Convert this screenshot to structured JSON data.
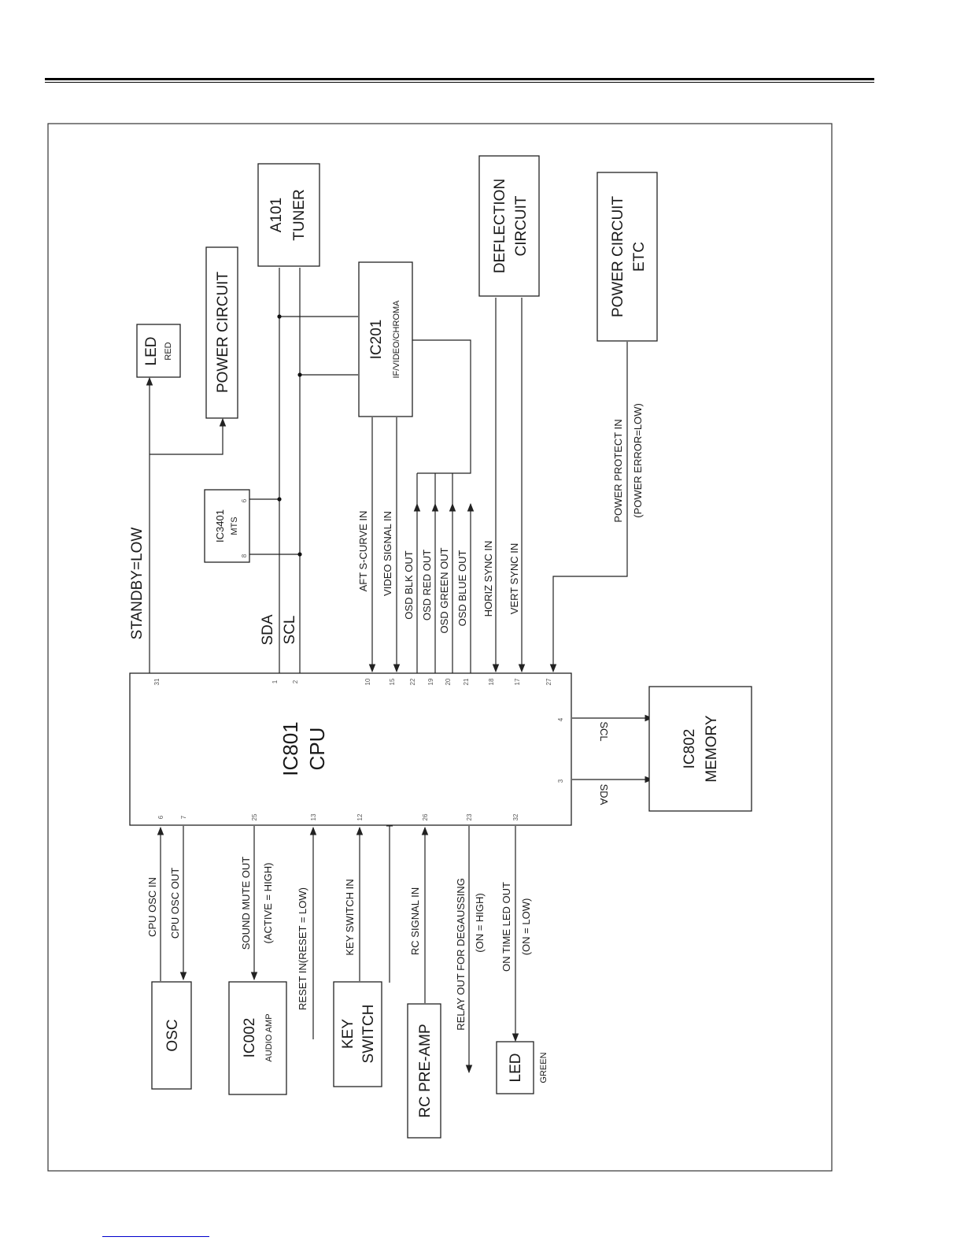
{
  "diagram": {
    "cpu": {
      "name": "IC801",
      "sub": "CPU"
    },
    "memory": {
      "name": "IC802",
      "sub": "MEMORY"
    },
    "tuner": {
      "name": "A101",
      "sub": "TUNER"
    },
    "ic201": {
      "name": "IC201",
      "sub": "IF/VIDEO/CHROMA"
    },
    "mts": {
      "name": "IC3401",
      "sub": "MTS",
      "pin_a": "6",
      "pin_b": "8"
    },
    "led_red": {
      "name": "LED",
      "sub": "RED"
    },
    "power_circuit": "POWER CIRCUIT",
    "deflection": {
      "line1": "DEFLECTION",
      "line2": "CIRCUIT"
    },
    "power_etc": {
      "line1": "POWER CIRCUIT",
      "line2": "ETC"
    },
    "osc": "OSC",
    "ic002": {
      "name": "IC002",
      "sub": "AUDIO AMP"
    },
    "key_switch": {
      "line1": "KEY",
      "line2": "SWITCH"
    },
    "rc_preamp": "RC PRE-AMP",
    "led_green": {
      "name": "LED",
      "sub": "GREEN"
    },
    "signals": {
      "standby": "STANDBY=LOW",
      "sda": "SDA",
      "scl": "SCL",
      "afts": "AFT S-CURVE IN",
      "video": "VIDEO SIGNAL IN",
      "osd_blk": "OSD BLK OUT",
      "osd_red": "OSD RED OUT",
      "osd_green": "OSD GREEN OUT",
      "osd_blue": "OSD BLUE OUT",
      "horiz": "HORIZ SYNC IN",
      "vert": "VERT SYNC IN",
      "power_protect_1": "POWER PROTECT IN",
      "power_protect_2": "(POWER ERROR=LOW)",
      "mem_scl": "SCL",
      "mem_sda": "SDA",
      "osc_in": "CPU OSC IN",
      "osc_out": "CPU OSC OUT",
      "mute_1": "SOUND MUTE OUT",
      "mute_2": "(ACTIVE = HIGH)",
      "reset": "RESET IN(RESET = LOW)",
      "key_in": "KEY SWITCH IN",
      "rc_in": "RC SIGNAL IN",
      "relay_1": "RELAY OUT FOR DEGAUSSING",
      "relay_2": "(ON = HIGH)",
      "ontime_1": "ON TIME LED OUT",
      "ontime_2": "(ON = LOW)"
    },
    "pins": {
      "p31": "31",
      "p1": "1",
      "p2": "2",
      "p10": "10",
      "p15": "15",
      "p22": "22",
      "p19": "19",
      "p20": "20",
      "p21": "21",
      "p18": "18",
      "p17": "17",
      "p27": "27",
      "p4": "4",
      "p3": "3",
      "p6": "6",
      "p7": "7",
      "p25": "25",
      "p13": "13",
      "p12": "12",
      "p26": "26",
      "p23": "23",
      "p32": "32"
    }
  }
}
